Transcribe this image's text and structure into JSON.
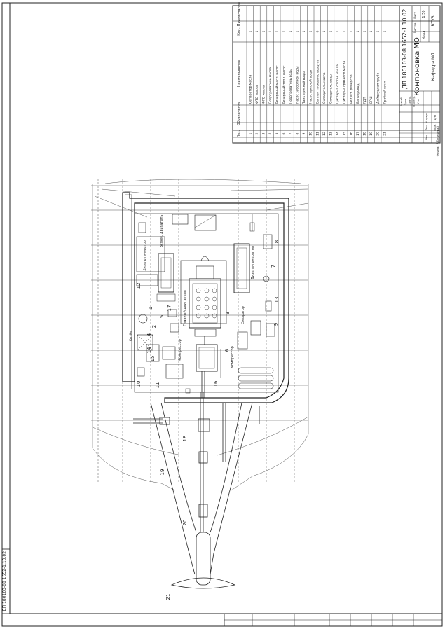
{
  "document": {
    "drawing_code": "ДП 180103-08 1652-1.10.02",
    "drawing_code_rotated_margin": "ДП 180103-08 1652-1.10.02",
    "title": "Компоновка МО",
    "organization": "ВТУЗ",
    "department": "Кафедра №7",
    "scale": "1:50",
    "sheet_label": "Лист",
    "sheets_label": "Листов",
    "format_label": "Формат A1",
    "copied_label": "Копировал",
    "mass_label": "Масса"
  },
  "spec_table": {
    "header": {
      "pos": "Поз.",
      "designation": "Обозначение",
      "name": "Наименование",
      "qty": "Кол.",
      "note": "Приме-чание"
    },
    "rows": [
      {
        "pos": "1",
        "name": "Сепаратор масла",
        "qty": "1"
      },
      {
        "pos": "2",
        "name": "ФТО масла",
        "qty": "1"
      },
      {
        "pos": "3",
        "name": "ФГО масла",
        "qty": "1"
      },
      {
        "pos": "4",
        "name": "Подогреватель масла",
        "qty": "1"
      },
      {
        "pos": "5",
        "name": "Резервный масл. насос",
        "qty": "1"
      },
      {
        "pos": "6",
        "name": "Резервный топл. насос",
        "qty": "1"
      },
      {
        "pos": "7",
        "name": "Подогреватель воды",
        "qty": "1"
      },
      {
        "pos": "8",
        "name": "Насос забортной воды",
        "qty": "1"
      },
      {
        "pos": "9",
        "name": "Танк пресной воды",
        "qty": "1"
      },
      {
        "pos": "10",
        "name": "Насос пресной воды",
        "qty": "1"
      },
      {
        "pos": "11",
        "name": "Баллон пускового воздуха",
        "qty": "6"
      },
      {
        "pos": "12",
        "name": "Охладитель масла",
        "qty": "1"
      },
      {
        "pos": "13",
        "name": "Охладитель воды",
        "qty": "1"
      },
      {
        "pos": "14",
        "name": "Цистерна отстоя масла",
        "qty": "1"
      },
      {
        "pos": "15",
        "name": "Цистерна грязного масла",
        "qty": "1"
      },
      {
        "pos": "16",
        "name": "Редукт. реверсор",
        "qty": "1"
      },
      {
        "pos": "17",
        "name": "Валопровод",
        "qty": "1"
      },
      {
        "pos": "18",
        "name": "ГДП",
        "qty": "1"
      },
      {
        "pos": "19",
        "name": "ВРШ",
        "qty": "1"
      },
      {
        "pos": "20",
        "name": "Дейдвудная труба",
        "qty": "1"
      },
      {
        "pos": "21",
        "name": "Гребной винт",
        "qty": "1"
      }
    ]
  },
  "title_block_roles": {
    "developed": "Разраб.",
    "checked": "Пров.",
    "tech_control": "Т.контр.",
    "norm_control": "Н.контр.",
    "approved": "Утв.",
    "change": "Изм.",
    "sheet": "Лист",
    "doc_no": "№ докум.",
    "signature": "Подп.",
    "date": "Дата"
  },
  "plan_labels": {
    "main_engine": "Главный двигатель",
    "compressor_1": "Компрессор",
    "compressor_2": "Компрессор",
    "gen_aux": "Вспом. двигатель",
    "gen_aux_2": "Дизель-генератор",
    "diesel_gen": "Дизель-генератор",
    "separator": "Сепаратор",
    "boiler": "Котёл"
  },
  "callouts": [
    "1",
    "2",
    "3",
    "4",
    "5",
    "6",
    "7",
    "8",
    "9",
    "10",
    "11",
    "12",
    "13",
    "14",
    "15",
    "16",
    "17",
    "18",
    "19",
    "20",
    "21"
  ],
  "colors": {
    "line": "#222222",
    "thin": "#555555",
    "bg": "#ffffff"
  }
}
